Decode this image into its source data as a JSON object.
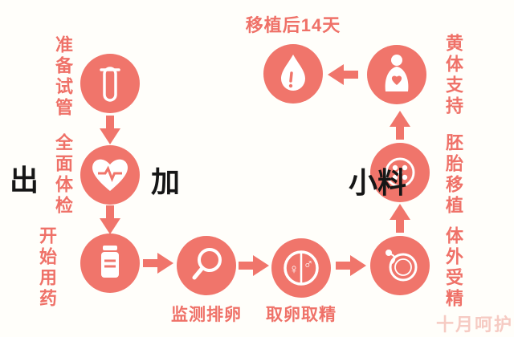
{
  "diagram_title": "移植后14天",
  "colors": {
    "accent": "#f0756b",
    "label_text": "#ef7168",
    "background": "#fffefa",
    "icon": "#ffffff",
    "watermark_text": "#161616",
    "corner_watermark": "#eea096"
  },
  "steps": [
    {
      "label": "准备试管",
      "icon": "test-tube-icon"
    },
    {
      "label": "全面体检",
      "icon": "heart-icon"
    },
    {
      "label": "开始用药",
      "icon": "medicine-bottle-icon"
    },
    {
      "label": "监测排卵",
      "icon": "magnifier-icon"
    },
    {
      "label": "取卵取精",
      "icon": "gender-symbols-icon"
    },
    {
      "label": "体外受精",
      "icon": "petri-dish-icon"
    },
    {
      "label": "胚胎移植",
      "icon": "embryo-icon"
    },
    {
      "label": "黄体支持",
      "icon": "pregnant-woman-icon"
    },
    {
      "label": "移植后14天",
      "icon": "blood-drop-icon"
    }
  ],
  "watermark": {
    "fragments": [
      "出",
      "加",
      "小料"
    ],
    "corner": "十月呵护"
  }
}
